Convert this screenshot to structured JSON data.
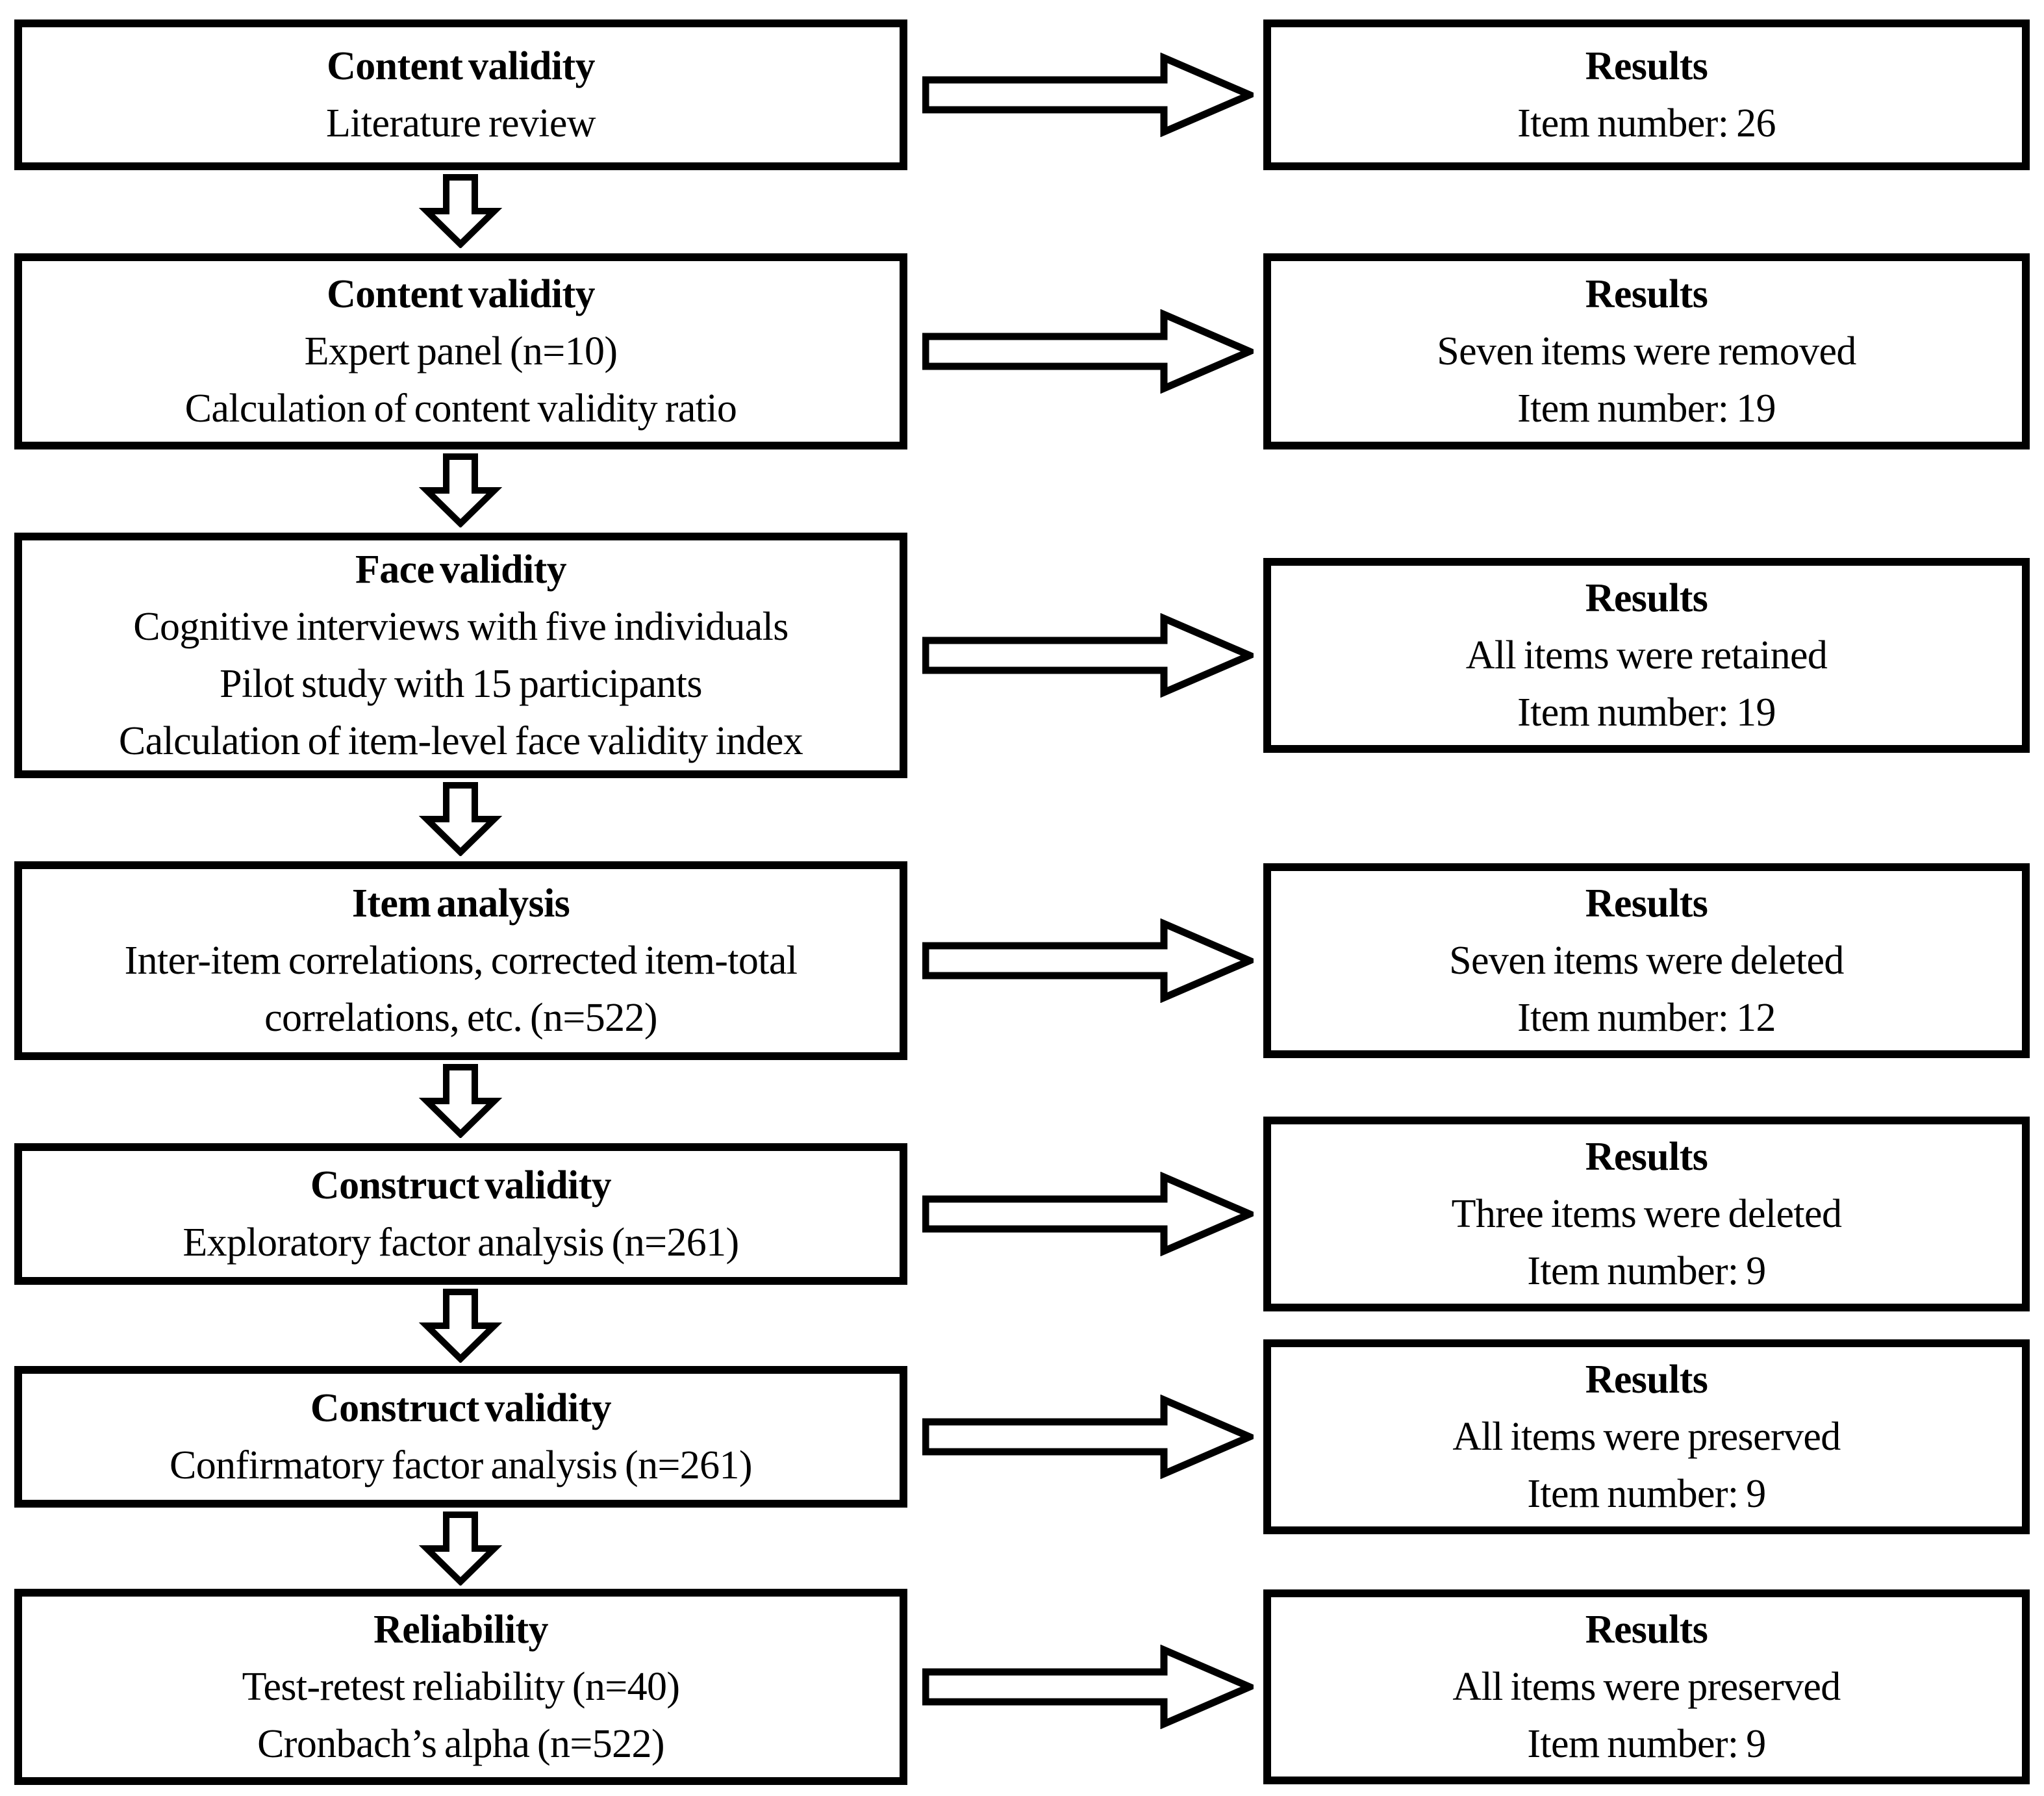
{
  "page": {
    "background": "#ffffff"
  },
  "colors": {
    "box_border": "#000000",
    "box_fill": "#ffffff",
    "text": "#000000",
    "arrow_fill": "#ffffff",
    "arrow_outline": "#000000"
  },
  "icons": {
    "right_arrow": "hollow-block-arrow-right",
    "down_arrow": "hollow-block-arrow-down"
  },
  "flow": {
    "rows": [
      {
        "left": {
          "title": "Content validity",
          "lines": [
            "Literature review"
          ]
        },
        "right": {
          "title": "Results",
          "lines": [
            "Item number: 26"
          ]
        }
      },
      {
        "left": {
          "title": "Content validity",
          "lines": [
            "Expert panel (n=10)",
            "Calculation of content validity ratio"
          ]
        },
        "right": {
          "title": "Results",
          "lines": [
            "Seven items were removed",
            "Item number: 19"
          ]
        }
      },
      {
        "left": {
          "title": "Face validity",
          "lines": [
            "Cognitive interviews with five individuals",
            "Pilot study with 15 participants",
            "Calculation of item-level face validity index"
          ]
        },
        "right": {
          "title": "Results",
          "lines": [
            "All items were retained",
            "Item number: 19"
          ]
        }
      },
      {
        "left": {
          "title": "Item analysis",
          "lines": [
            "Inter-item correlations, corrected item-total",
            "correlations, etc. (n=522)"
          ]
        },
        "right": {
          "title": "Results",
          "lines": [
            "Seven items were deleted",
            "Item number: 12"
          ]
        }
      },
      {
        "left": {
          "title": "Construct validity",
          "lines": [
            "Exploratory factor analysis (n=261)"
          ]
        },
        "right": {
          "title": "Results",
          "lines": [
            "Three items were deleted",
            "Item number: 9"
          ]
        }
      },
      {
        "left": {
          "title": "Construct validity",
          "lines": [
            "Confirmatory factor analysis (n=261)"
          ]
        },
        "right": {
          "title": "Results",
          "lines": [
            "All items were preserved",
            "Item number: 9"
          ]
        }
      },
      {
        "left": {
          "title": "Reliability",
          "lines": [
            "Test-retest reliability (n=40)",
            "Cronbach’s alpha (n=522)"
          ]
        },
        "right": {
          "title": "Results",
          "lines": [
            "All items were preserved",
            "Item number: 9"
          ]
        }
      }
    ]
  }
}
